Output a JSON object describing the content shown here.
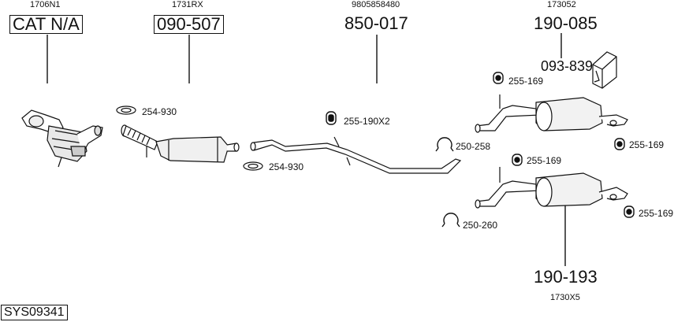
{
  "diagram_id": "SYS09341",
  "groups": [
    {
      "ref": "1706N1",
      "number": "CAT N/A",
      "boxed": true
    },
    {
      "ref": "1731RX",
      "number": "090-507",
      "boxed": true
    },
    {
      "ref": "9805858480",
      "number": "850-017",
      "boxed": false
    },
    {
      "ref": "173052",
      "number": "190-085",
      "boxed": false
    },
    {
      "ref": "1730X5",
      "number": "190-193",
      "boxed": false
    }
  ],
  "parts": [
    {
      "code": "093-839",
      "icon": "mounting-kit-box-icon"
    },
    {
      "code": "254-930",
      "icon": "gasket-ring-icon"
    },
    {
      "code": "254-930",
      "icon": "gasket-ring-icon"
    },
    {
      "code": "255-190X2",
      "icon": "rubber-mount-icon"
    },
    {
      "code": "250-258",
      "icon": "clamp-icon"
    },
    {
      "code": "250-260",
      "icon": "clamp-icon"
    },
    {
      "code": "255-169",
      "icon": "rubber-mount-icon"
    },
    {
      "code": "255-169",
      "icon": "rubber-mount-icon"
    },
    {
      "code": "255-169",
      "icon": "rubber-mount-icon"
    },
    {
      "code": "255-169",
      "icon": "rubber-mount-icon"
    }
  ],
  "colors": {
    "line": "#111111",
    "background": "#ffffff"
  }
}
